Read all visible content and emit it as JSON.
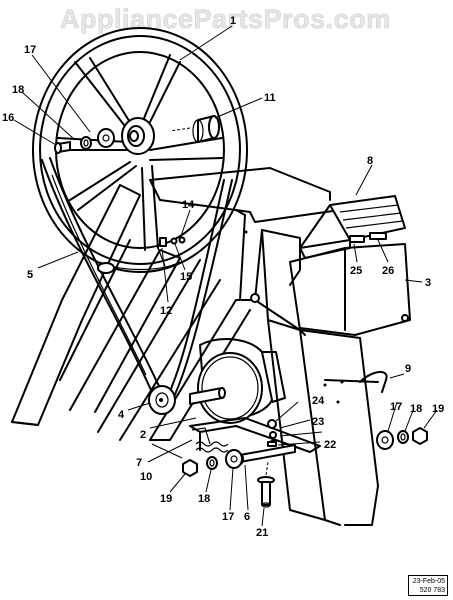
{
  "watermark": "AppliancePartsPros.com",
  "callouts": {
    "c1": "1",
    "c2": "2",
    "c3": "3",
    "c4": "4",
    "c5": "5",
    "c6": "6",
    "c7": "7",
    "c8": "8",
    "c9": "9",
    "c10": "10",
    "c11": "11",
    "c12": "12",
    "c14": "14",
    "c15": "15",
    "c16": "16",
    "c17a": "17",
    "c17b": "17",
    "c17c": "17",
    "c18a": "18",
    "c18b": "18",
    "c18c": "18",
    "c19a": "19",
    "c19b": "19",
    "c21": "21",
    "c22": "22",
    "c23": "23",
    "c24": "24",
    "c25": "25",
    "c26": "26"
  },
  "stamp": {
    "date": "23-Feb-05",
    "code": "520 783"
  }
}
